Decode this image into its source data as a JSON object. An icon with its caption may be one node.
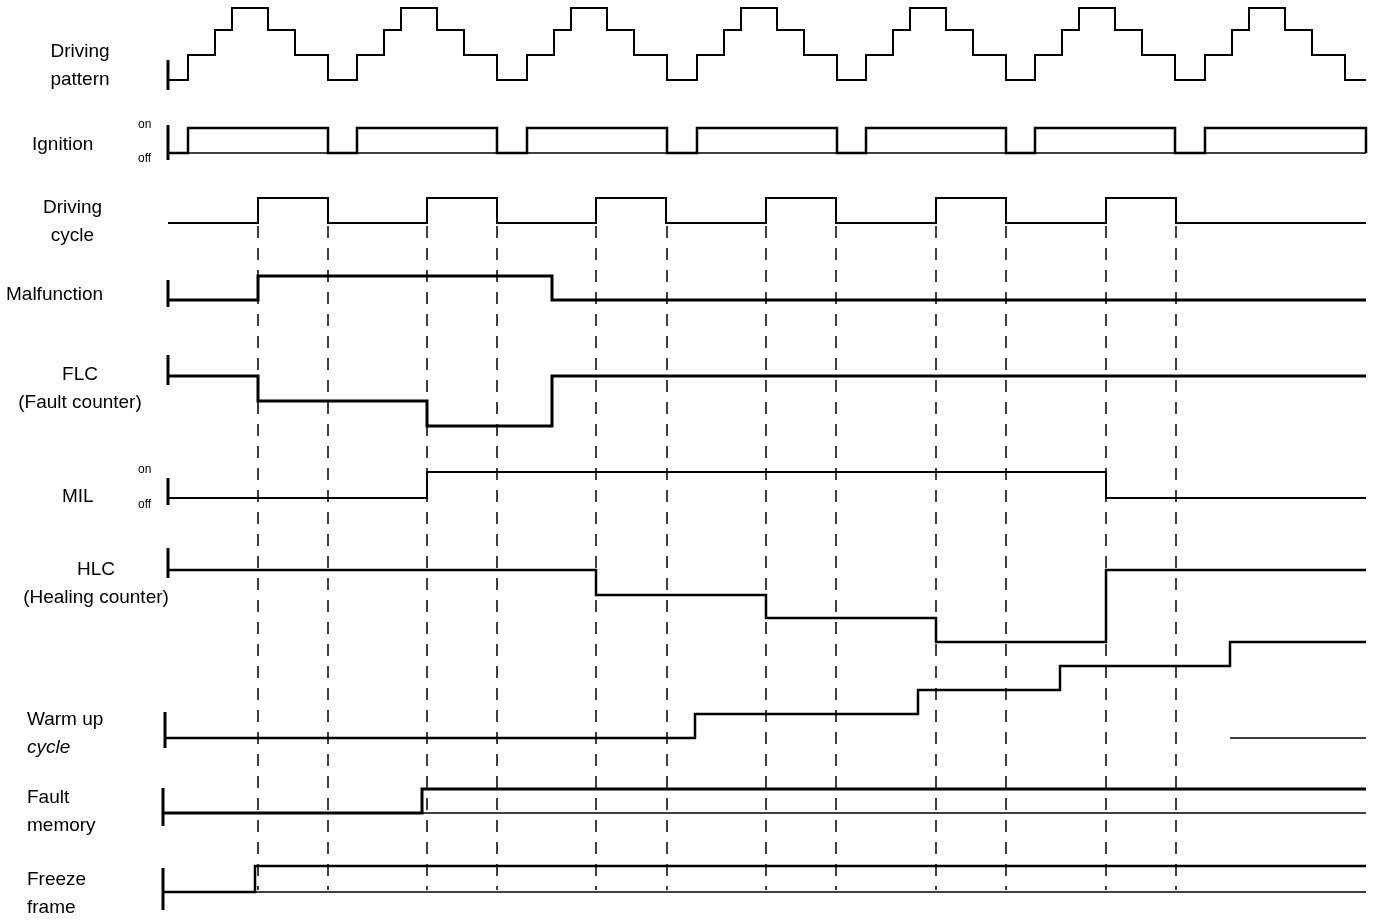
{
  "diagram": {
    "labels": [
      "Driving pattern",
      "Ignition",
      "on",
      "off",
      "Driving cycle",
      "Malfunction",
      "FLC (Fault counter)",
      "MIL",
      "on",
      "off",
      "HLC (Healing counter)",
      "Warm up *cycle*",
      "Fault memory",
      "Freeze frame"
    ]
  }
}
